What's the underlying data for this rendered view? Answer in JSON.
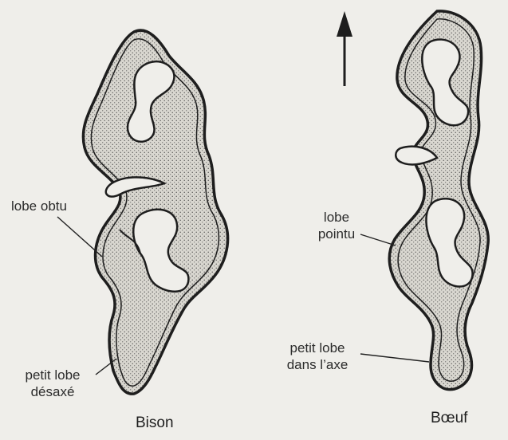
{
  "figure": {
    "specimens": [
      {
        "name": "Bison",
        "annotations": [
          {
            "id": "lobe-obtu",
            "text": "lobe obtu",
            "lines": [
              "lobe obtu"
            ]
          },
          {
            "id": "petit-lobe-desaxe",
            "text": "petit lobe désaxé",
            "lines": [
              "petit lobe",
              "désaxé"
            ]
          }
        ]
      },
      {
        "name": "Bœuf",
        "annotations": [
          {
            "id": "lobe-pointu",
            "text": "lobe pointu",
            "lines": [
              "lobe",
              "pointu"
            ]
          },
          {
            "id": "petit-lobe-dans-axe",
            "text": "petit lobe dans l'axe",
            "lines": [
              "petit lobe",
              "dans l’axe"
            ]
          }
        ]
      }
    ],
    "orientation_arrow": "up-arrow"
  },
  "colors": {
    "background": "#efeeea",
    "ink": "#1f1f1f",
    "stipple_fill": "#cfcdc6"
  }
}
